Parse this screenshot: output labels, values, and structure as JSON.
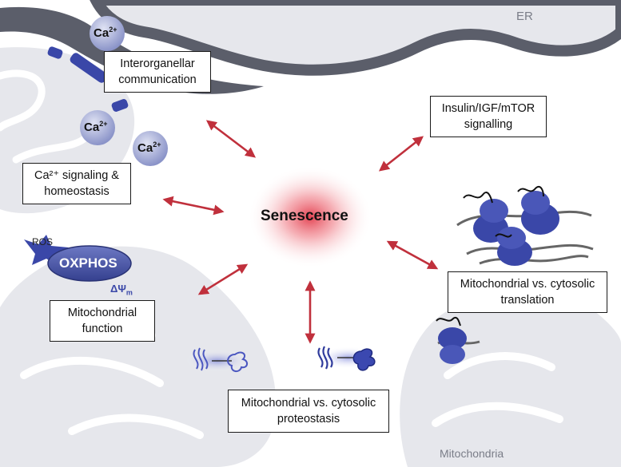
{
  "diagram": {
    "center_label": "Senescence",
    "organelle_labels": {
      "er": "ER",
      "mitochondria": "Mitochondria"
    },
    "ion": {
      "symbol": "Ca",
      "charge": "2+"
    },
    "oxphos": {
      "label": "OXPHOS",
      "ros": "ROS",
      "potential_symbol": "ΔΨ",
      "potential_subscript": "m"
    },
    "boxes": {
      "interorganellar": [
        "Interorganellar",
        "communication"
      ],
      "calcium": [
        "Ca²⁺ signaling &",
        "homeostasis"
      ],
      "mito_function": [
        "Mitochondrial",
        "function"
      ],
      "insulin": [
        "Insulin/IGF/mTOR",
        "signalling"
      ],
      "translation": [
        "Mitochondrial vs. cytosolic",
        "translation"
      ],
      "proteostasis": [
        "Mitochondrial vs. cytosolic",
        "proteostasis"
      ]
    },
    "colors": {
      "arrow": "#c0303c",
      "glow": "#e8404e",
      "organelle": "#e6e7ec",
      "er_membrane": "#5b5e6a",
      "protein": "#3a47a8",
      "oxphos": "#4250a6"
    }
  }
}
